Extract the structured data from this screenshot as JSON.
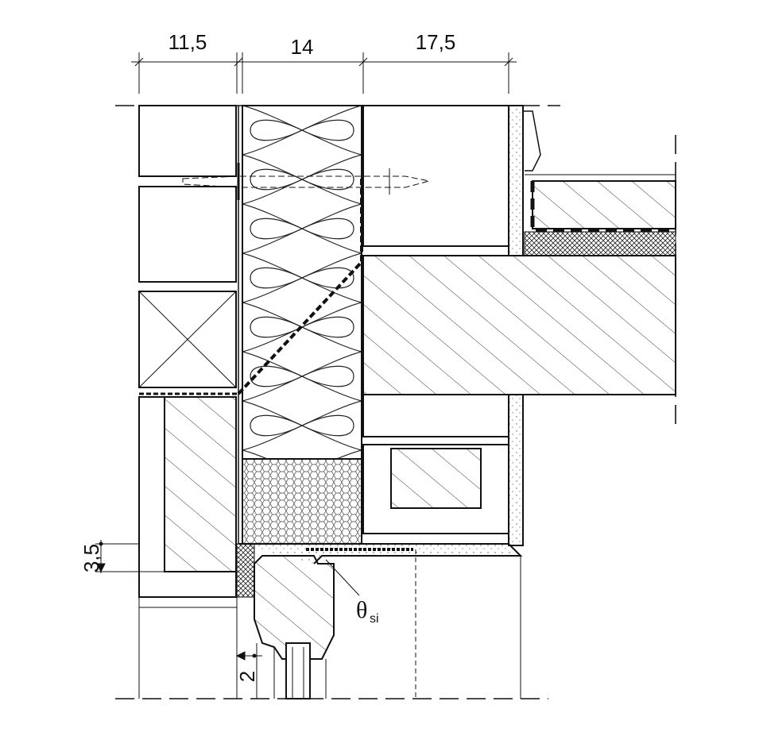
{
  "dimensions": {
    "top": [
      "11,5",
      "14",
      "17,5"
    ],
    "left_offset": "3,5",
    "bottom_offset": "2"
  },
  "annotation": {
    "symbol": "θ",
    "subscript": "si"
  },
  "colors": {
    "line": "#111111",
    "background": "#ffffff"
  }
}
